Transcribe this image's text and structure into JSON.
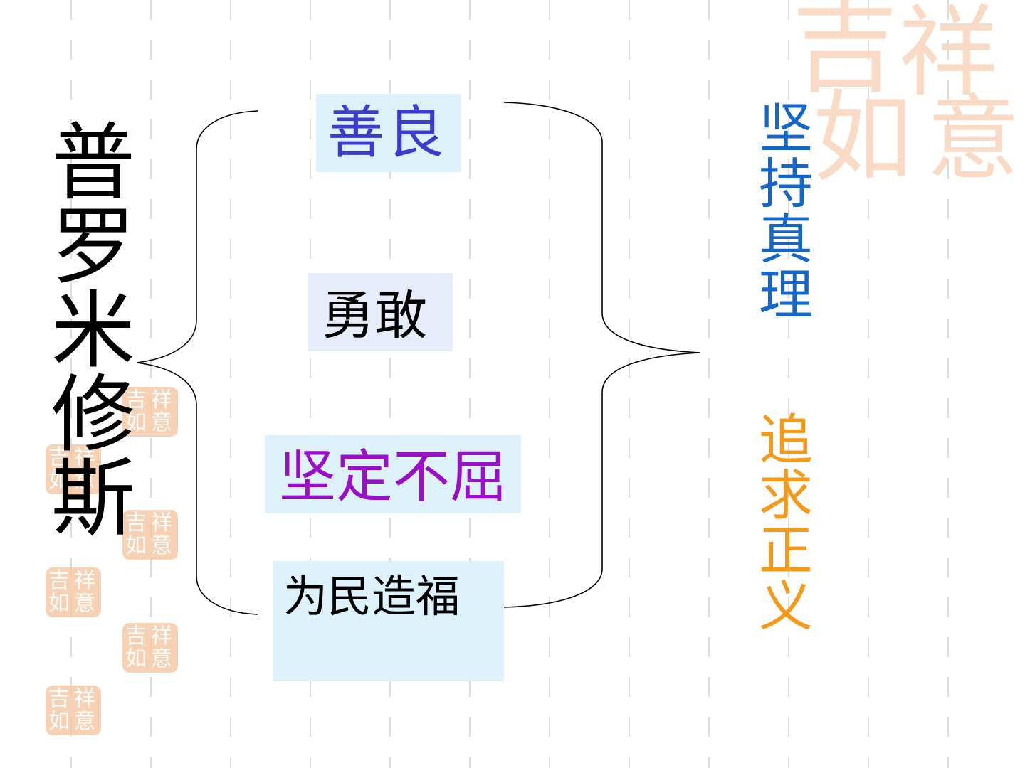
{
  "title_chars": [
    "普",
    "罗",
    "米",
    "修",
    "斯"
  ],
  "qualities": [
    "善良",
    "勇敢",
    "坚定不屈",
    "为民造福"
  ],
  "results": {
    "truth_chars": [
      "坚",
      "持",
      "真",
      "理"
    ],
    "justice_chars": [
      "追",
      "求",
      "正",
      "义"
    ]
  },
  "decor": {
    "seal_chars": [
      "吉",
      "祥",
      "如",
      "意"
    ]
  },
  "colors": {
    "title": "#000000",
    "quality_1": "#3b3bd0",
    "quality_2": "#000000",
    "quality_3": "#9a10c8",
    "quality_4": "#000000",
    "truth": "#1466c8",
    "justice": "#f49a18",
    "box_fill": "#ddf1fb",
    "seal": "#f6c9a6"
  }
}
